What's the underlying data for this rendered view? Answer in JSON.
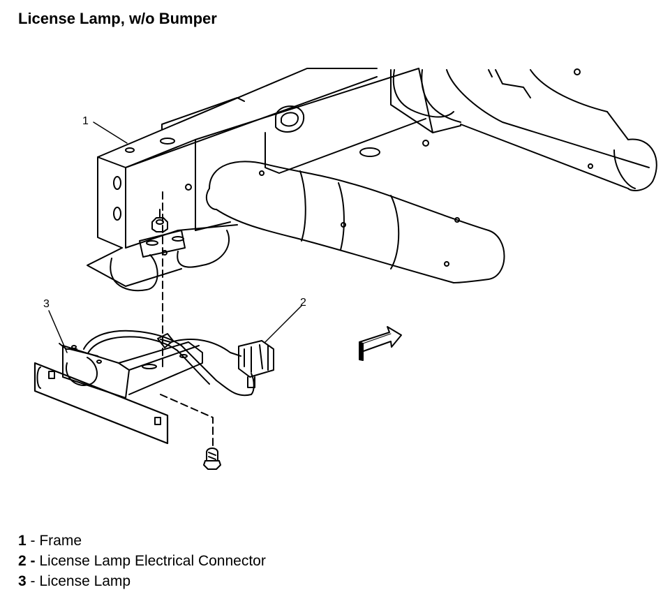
{
  "title": "License Lamp, w/o Bumper",
  "callouts": [
    "1",
    "2",
    "3"
  ],
  "legend": [
    {
      "num": "1",
      "sep": " - ",
      "label": "Frame"
    },
    {
      "num": "2 -",
      "sep": " ",
      "label": "License Lamp Electrical Connector"
    },
    {
      "num": "3",
      "sep": " - ",
      "label": "License Lamp"
    }
  ]
}
